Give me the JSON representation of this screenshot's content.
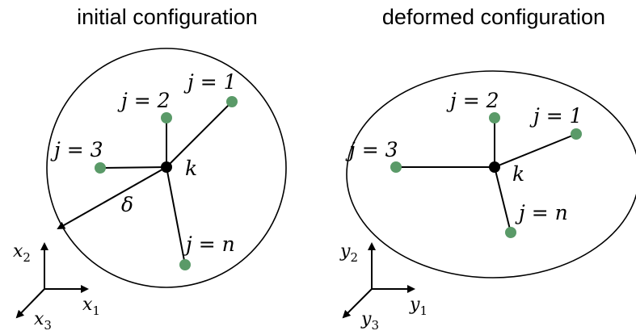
{
  "titles": {
    "initial": "initial configuration",
    "deformed": "deformed configuration"
  },
  "labels": {
    "j1": "j = 1",
    "j2": "j = 2",
    "j3": "j = 3",
    "jn": "j = n",
    "k": "k",
    "delta": "δ"
  },
  "axes": {
    "initial": {
      "vertical": "x",
      "vertical_sub": "2",
      "horizontal": "x",
      "horizontal_sub": "1",
      "depth": "x",
      "depth_sub": "3"
    },
    "deformed": {
      "vertical": "y",
      "vertical_sub": "2",
      "horizontal": "y",
      "horizontal_sub": "1",
      "depth": "y",
      "depth_sub": "3"
    }
  },
  "colors": {
    "neighbor_node": "#5a9a68",
    "center_node": "#000000",
    "lines": "#000000"
  }
}
